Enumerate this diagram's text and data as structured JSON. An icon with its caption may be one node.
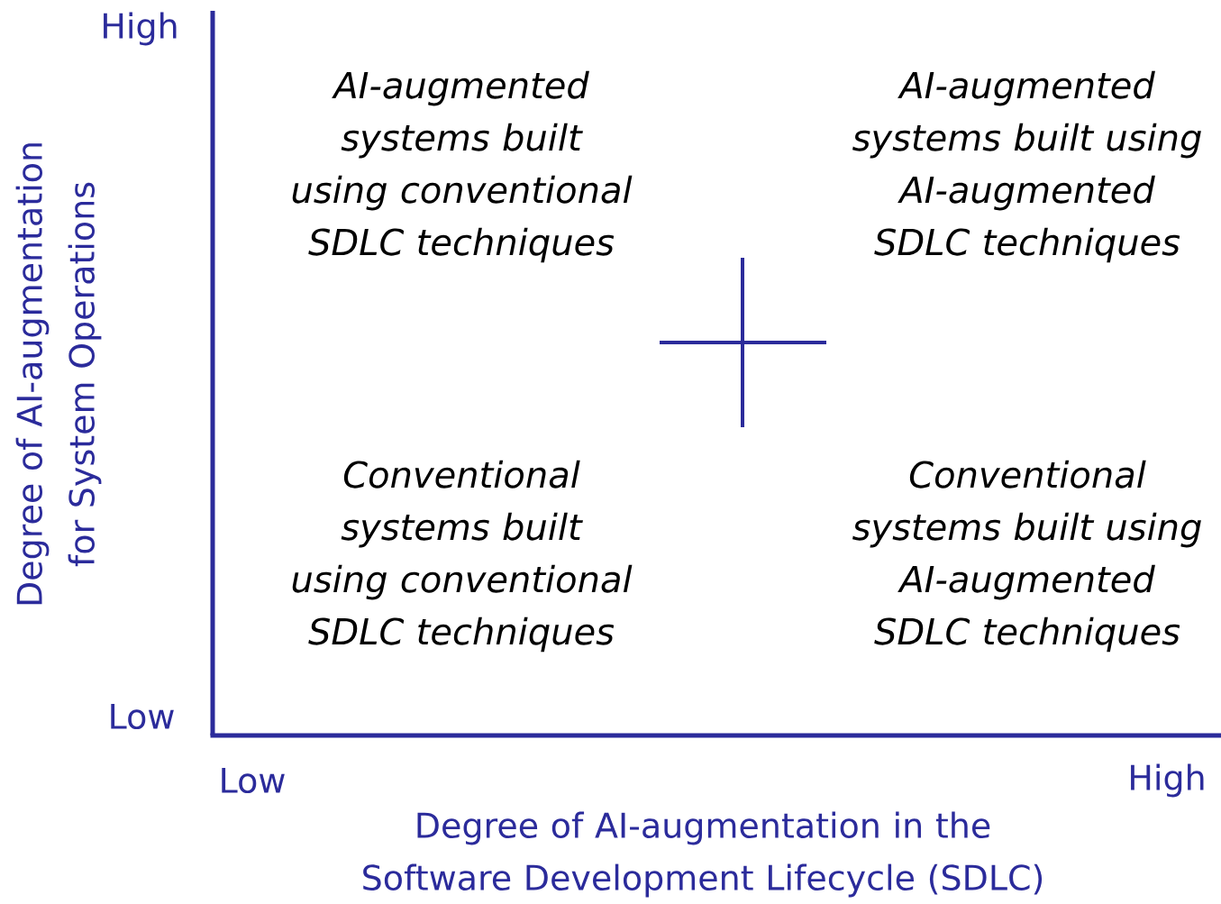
{
  "diagram": {
    "labels": [
      "High",
      "AI-augmented systems built using conventional SDLC techniques",
      "AI-augmented systems built using AI-augmented SDLC techniques",
      "Conventional systems built using conventional SDLC techniques",
      "Conventional systems built using AI-augmented SDLC techniques",
      "Degree of AI-augmentation for System Operations",
      "Low",
      "Low",
      "High",
      "Degree of AI-augmentation in the Software Development Lifecycle (SDLC)"
    ]
  }
}
